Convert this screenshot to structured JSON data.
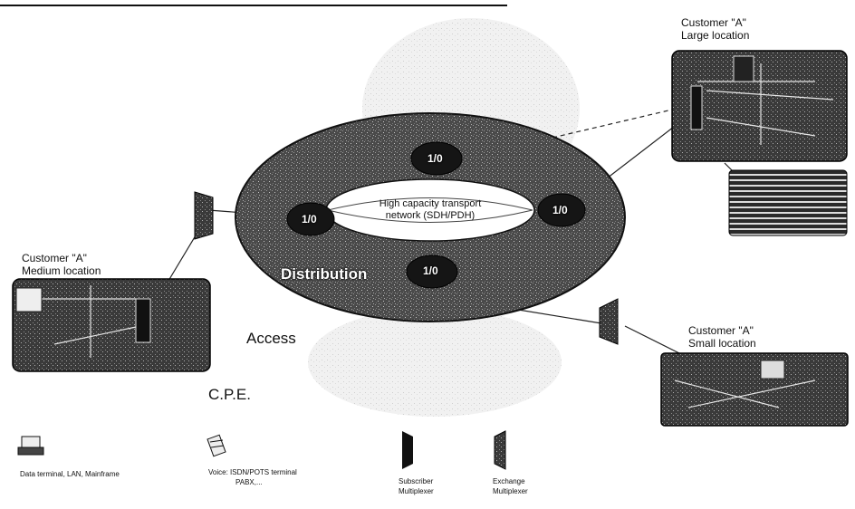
{
  "locations": {
    "large": {
      "line1": "Customer \"A\"",
      "line2": "Large location"
    },
    "medium": {
      "line1": "Customer \"A\"",
      "line2": "Medium location"
    },
    "small": {
      "line1": "Customer \"A\"",
      "line2": "Small location"
    }
  },
  "ring": {
    "distribution": "Distribution",
    "core_line1": "High capacity transport",
    "core_line2": "network (SDH/PDH)",
    "nodes": [
      "1/0",
      "1/0",
      "1/0",
      "1/0"
    ]
  },
  "zones": {
    "access": "Access",
    "cpe": "C.P.E."
  },
  "legend": {
    "data_terminal": "Data terminal, LAN, Mainframe",
    "voice_line1": "Voice: ISDN/POTS terminal",
    "voice_line2": "PABX,...",
    "subscriber_line1": "Subscriber",
    "subscriber_line2": "Multiplexer",
    "exchange_line1": "Exchange",
    "exchange_line2": "Multiplexer"
  },
  "colors": {
    "ring": "#4a4a4a",
    "core": "#ffffff",
    "panel": "#3a3a3a",
    "node": "#1a1a1a"
  }
}
